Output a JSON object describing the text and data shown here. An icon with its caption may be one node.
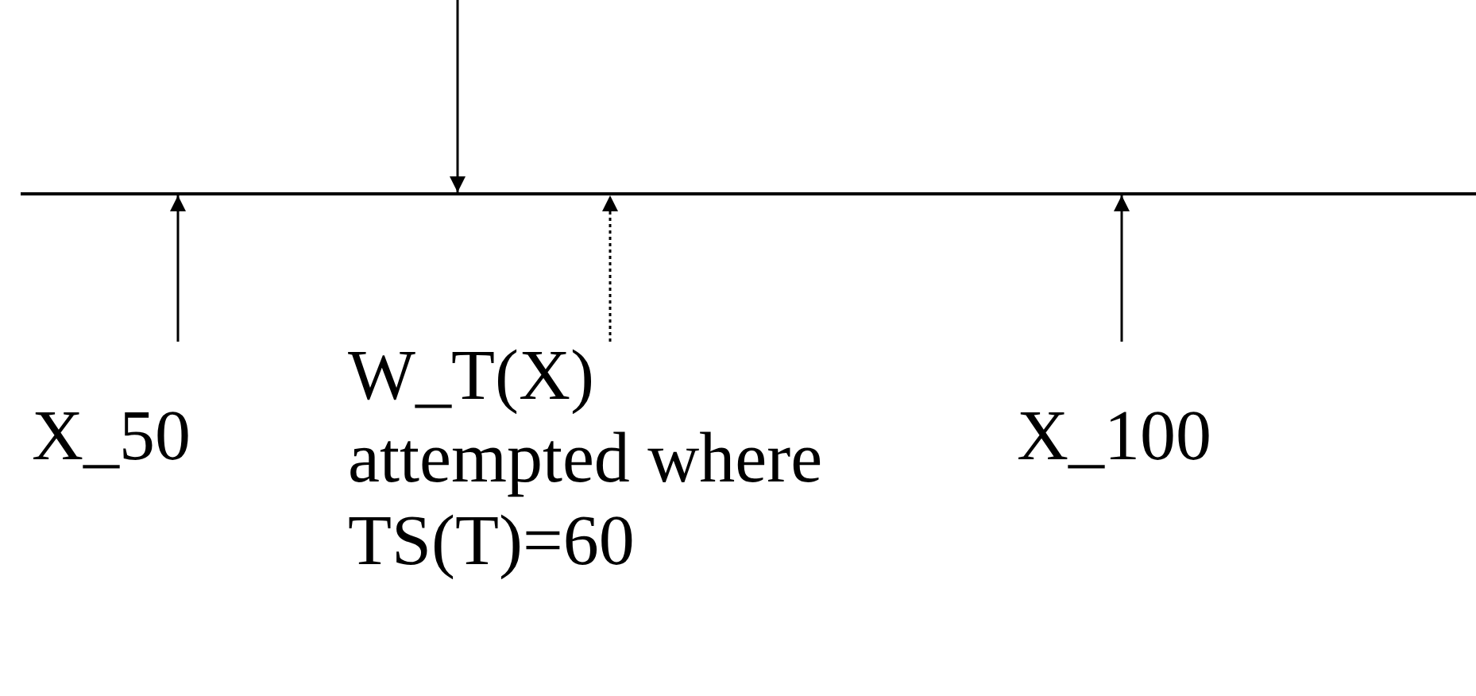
{
  "diagram": {
    "nodes": [
      {
        "text": [],
        "shape": "bar"
      },
      {
        "text": [
          "X_50"
        ]
      },
      {
        "text": [
          "W_T(X) attempted where TS(T)=60"
        ]
      },
      {
        "text": [
          "X_100"
        ]
      }
    ],
    "edges": [
      {
        "from": null,
        "to": 0,
        "arrow": "to"
      },
      {
        "from": 1,
        "to": 0,
        "arrow": "to"
      },
      {
        "from": 2,
        "to": 0,
        "arrow": "to",
        "style": "dashed"
      },
      {
        "from": 3,
        "to": 0,
        "arrow": "to"
      }
    ]
  }
}
